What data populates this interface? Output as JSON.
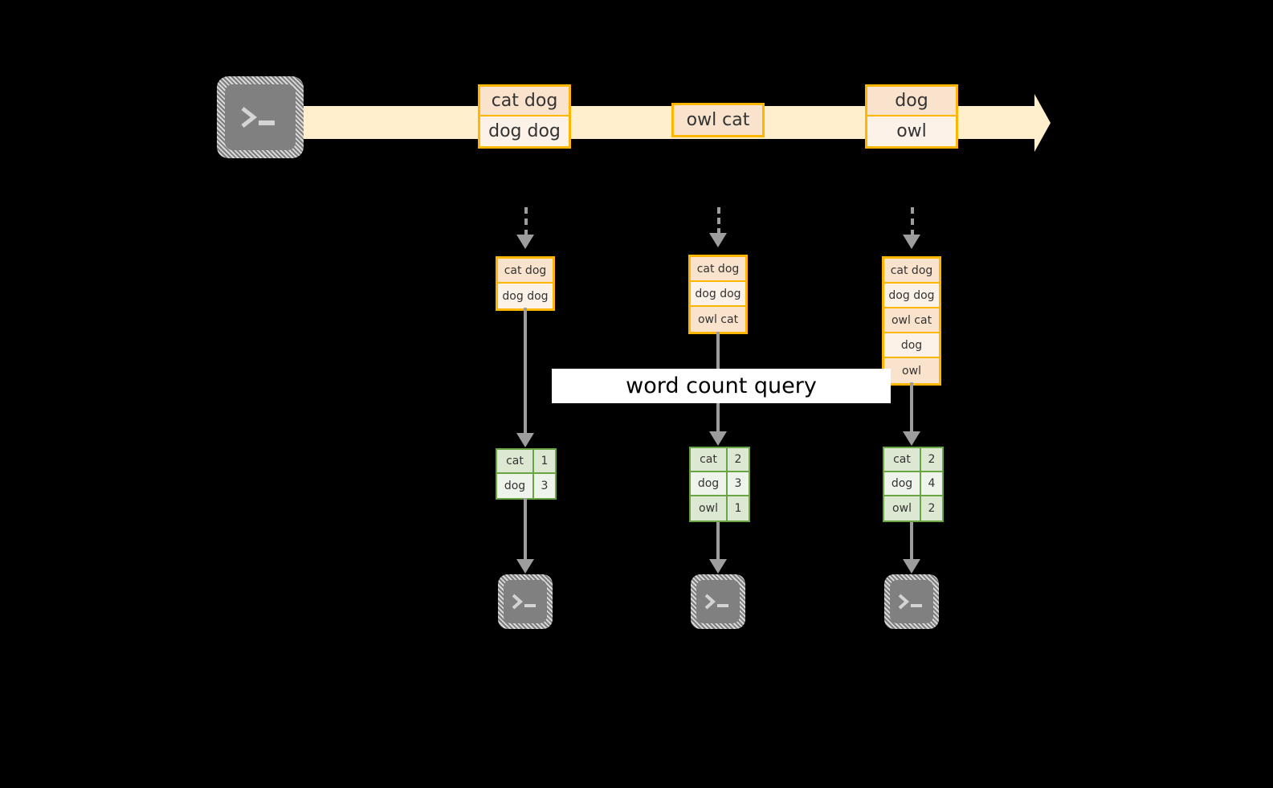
{
  "diagram": {
    "title_label": "word count query",
    "source_icon": "terminal-icon",
    "sink_icon": "terminal-icon",
    "colors": {
      "background": "#000000",
      "stream_band": "#ffefcd",
      "record_border": "#ffb600",
      "record_fill_dark": "#fae3cd",
      "record_fill_light": "#fdf2e8",
      "table_border": "#6aa544",
      "table_fill_dark": "#dde8d2",
      "table_fill_light": "#eff4ea",
      "arrow": "#9d9d9d",
      "label_bg": "#ffffff",
      "label_text": "#000000"
    }
  },
  "stream": {
    "records": [
      {
        "lines": [
          "cat dog",
          "dog dog"
        ]
      },
      {
        "lines": [
          "owl cat"
        ]
      },
      {
        "lines": [
          "dog",
          "owl"
        ]
      }
    ]
  },
  "snapshots": [
    {
      "buffer": [
        "cat dog",
        "dog dog"
      ],
      "result": {
        "rows": [
          {
            "word": "cat",
            "count": "1"
          },
          {
            "word": "dog",
            "count": "3"
          }
        ]
      }
    },
    {
      "buffer": [
        "cat dog",
        "dog dog",
        "owl cat"
      ],
      "result": {
        "rows": [
          {
            "word": "cat",
            "count": "2"
          },
          {
            "word": "dog",
            "count": "3"
          },
          {
            "word": "owl",
            "count": "1"
          }
        ]
      }
    },
    {
      "buffer": [
        "cat dog",
        "dog dog",
        "owl cat",
        "dog",
        "owl"
      ],
      "result": {
        "rows": [
          {
            "word": "cat",
            "count": "2"
          },
          {
            "word": "dog",
            "count": "4"
          },
          {
            "word": "owl",
            "count": "2"
          }
        ]
      }
    }
  ]
}
